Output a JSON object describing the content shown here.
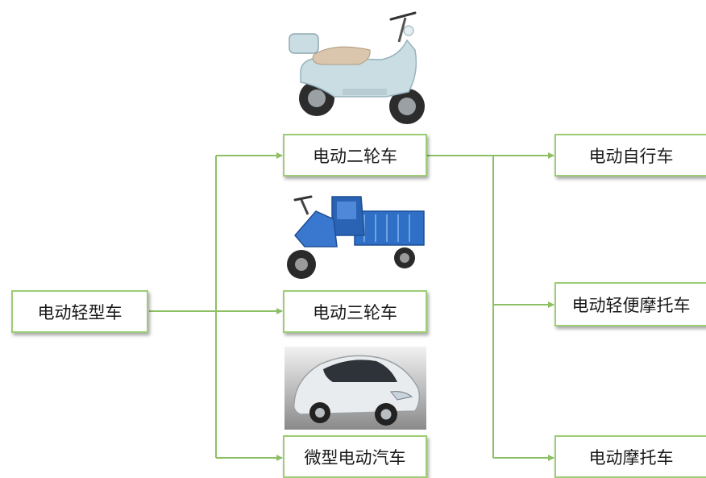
{
  "diagram": {
    "line_color": "#8cc063",
    "root": {
      "label": "电动轻型车"
    },
    "level1": [
      {
        "label": "电动二轮车",
        "image": "scooter-image"
      },
      {
        "label": "电动三轮车",
        "image": "tricycle-image"
      },
      {
        "label": "微型电动汽车",
        "image": "microcar-image"
      }
    ],
    "level2": [
      {
        "label": "电动自行车"
      },
      {
        "label": "电动轻便摩托车"
      },
      {
        "label": "电动摩托车"
      }
    ]
  }
}
